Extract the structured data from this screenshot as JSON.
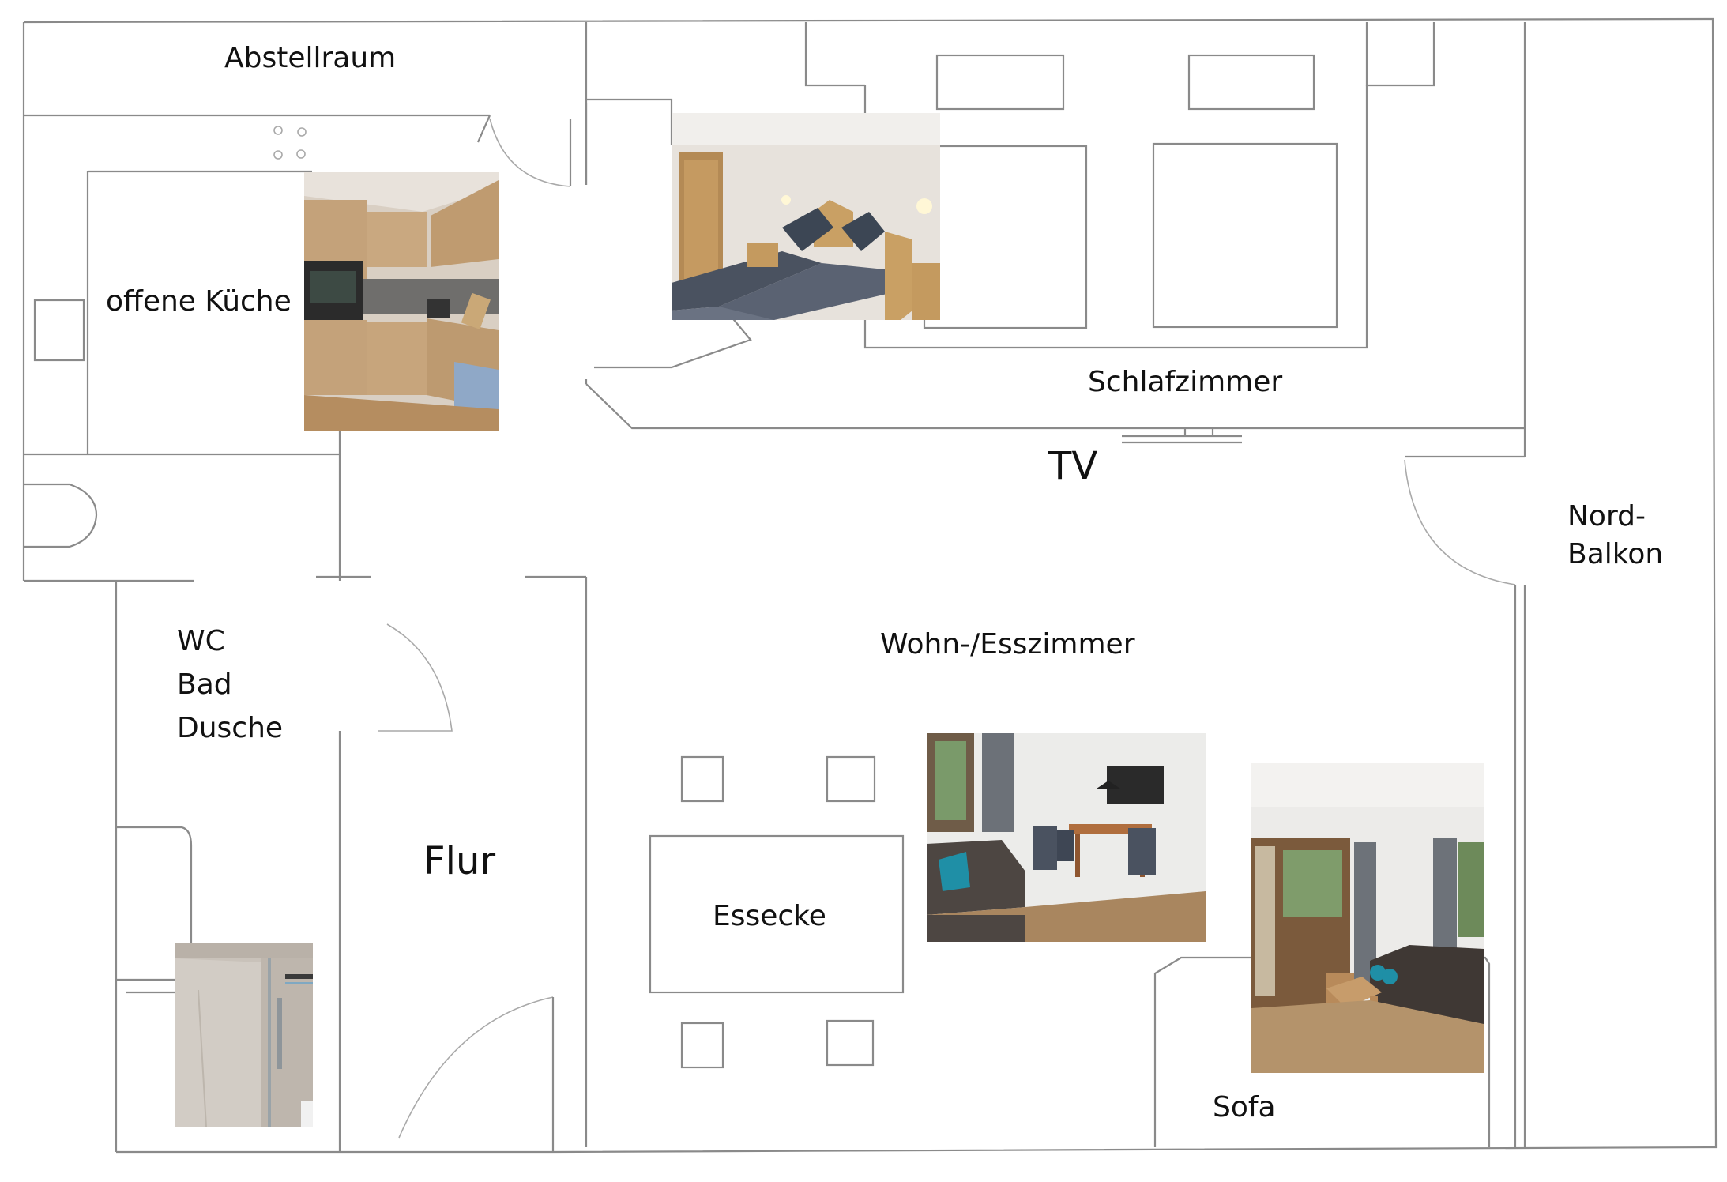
{
  "rooms": {
    "abstellraum": "Abstellraum",
    "kueche": "offene Küche",
    "schlafzimmer": "Schlafzimmer",
    "tv": "TV",
    "nord": "Nord-",
    "balkon": "Balkon",
    "wc": "WC",
    "bad": "Bad",
    "dusche": "Dusche",
    "wohn": "Wohn-/Esszimmer",
    "flur": "Flur",
    "essecke": "Essecke",
    "sofa": "Sofa"
  },
  "photos": [
    "kitchen-photo",
    "bedroom-photo",
    "dining-room-photo",
    "living-room-photo",
    "shower-photo"
  ],
  "colors": {
    "wall": "#8a8a8a",
    "wood": "#c79c6b",
    "grey": "#5a5a5a",
    "teal": "#1f8fa6"
  }
}
